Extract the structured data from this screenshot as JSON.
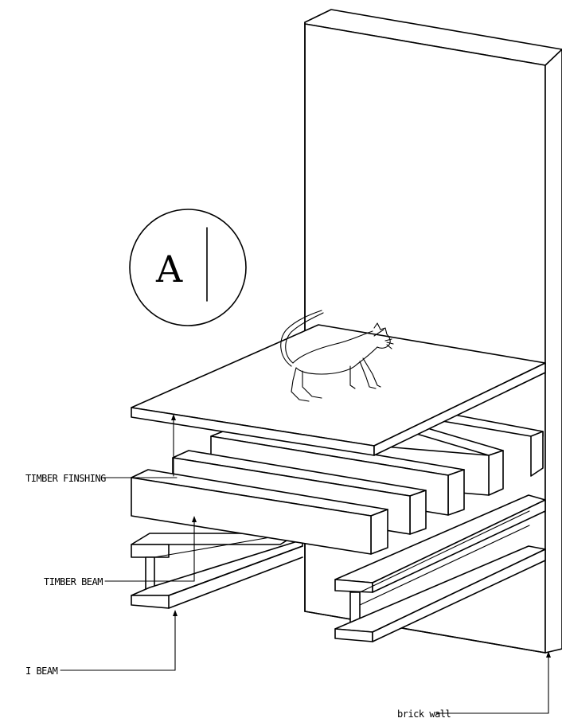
{
  "labels": {
    "timber_finishing": "TIMBER FINSHING",
    "timber_beam": "TIMBER BEAM",
    "i_beam": "I BEAM",
    "brick_wall": "brick wall"
  },
  "section_marker": {
    "letter": "A"
  },
  "colors": {
    "line": "#000000",
    "background": "#ffffff"
  }
}
